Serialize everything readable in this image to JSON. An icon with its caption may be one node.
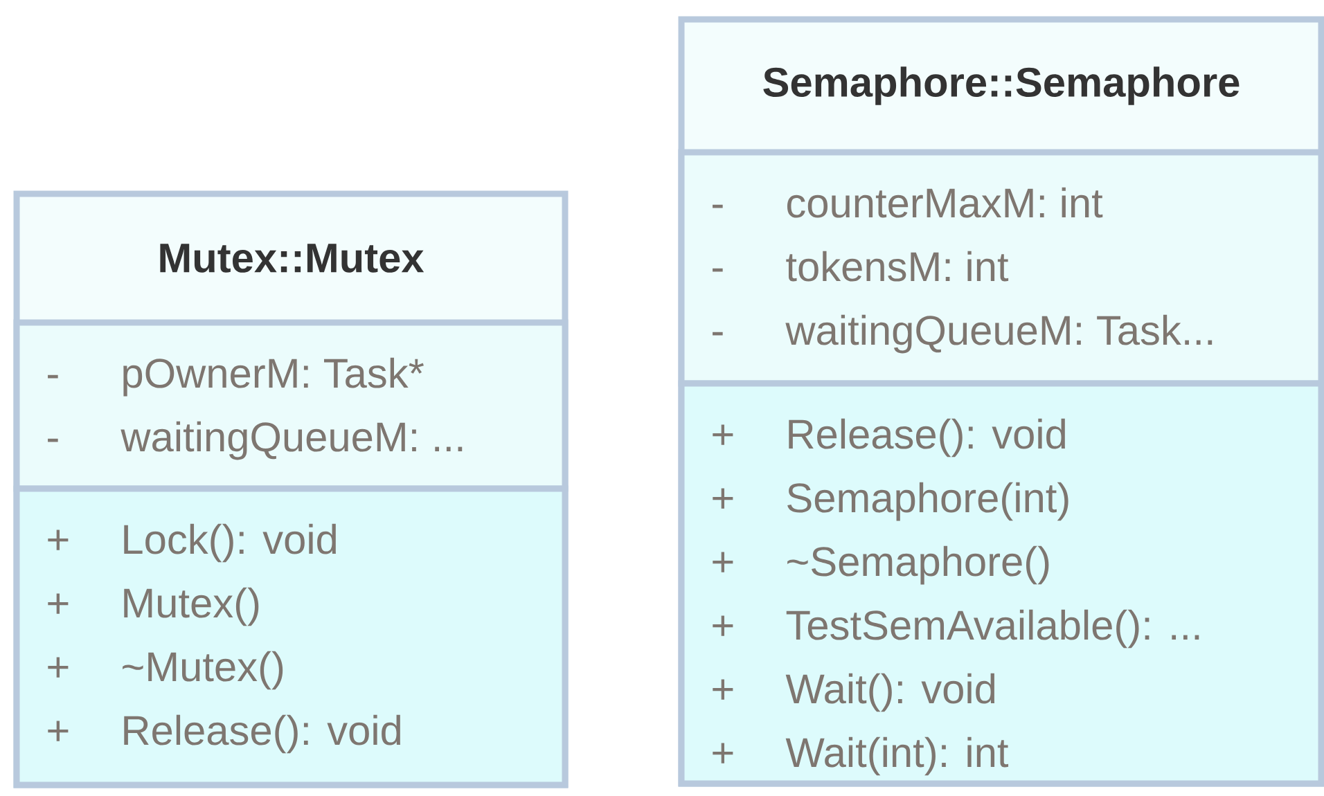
{
  "diagram": {
    "nodes": [
      {
        "text": [
          "Mutex::Mutex"
        ]
      },
      {
        "text": [
          "-",
          "pOwnerM: Task*",
          "-",
          "waitingQueueM: ..."
        ],
        "in": 0
      },
      {
        "text": [
          "+",
          "Lock(): void",
          "+",
          "Mutex()",
          "+",
          "~Mutex()",
          "+",
          "Release(): void"
        ],
        "in": 0
      },
      {
        "text": [
          "Semaphore::Semaphore"
        ]
      },
      {
        "text": [
          "-",
          "counterMaxM: int",
          "-",
          "tokensM: int",
          "-",
          "waitingQueueM: Task..."
        ],
        "in": 3
      },
      {
        "text": [
          "+",
          "Release(): void",
          "+",
          "Semaphore(int)",
          "+",
          "~Semaphore()",
          "+",
          "TestSemAvailable(): ...",
          "+",
          "Wait(): void",
          "+",
          "Wait(int): int"
        ],
        "in": 3
      }
    ]
  }
}
